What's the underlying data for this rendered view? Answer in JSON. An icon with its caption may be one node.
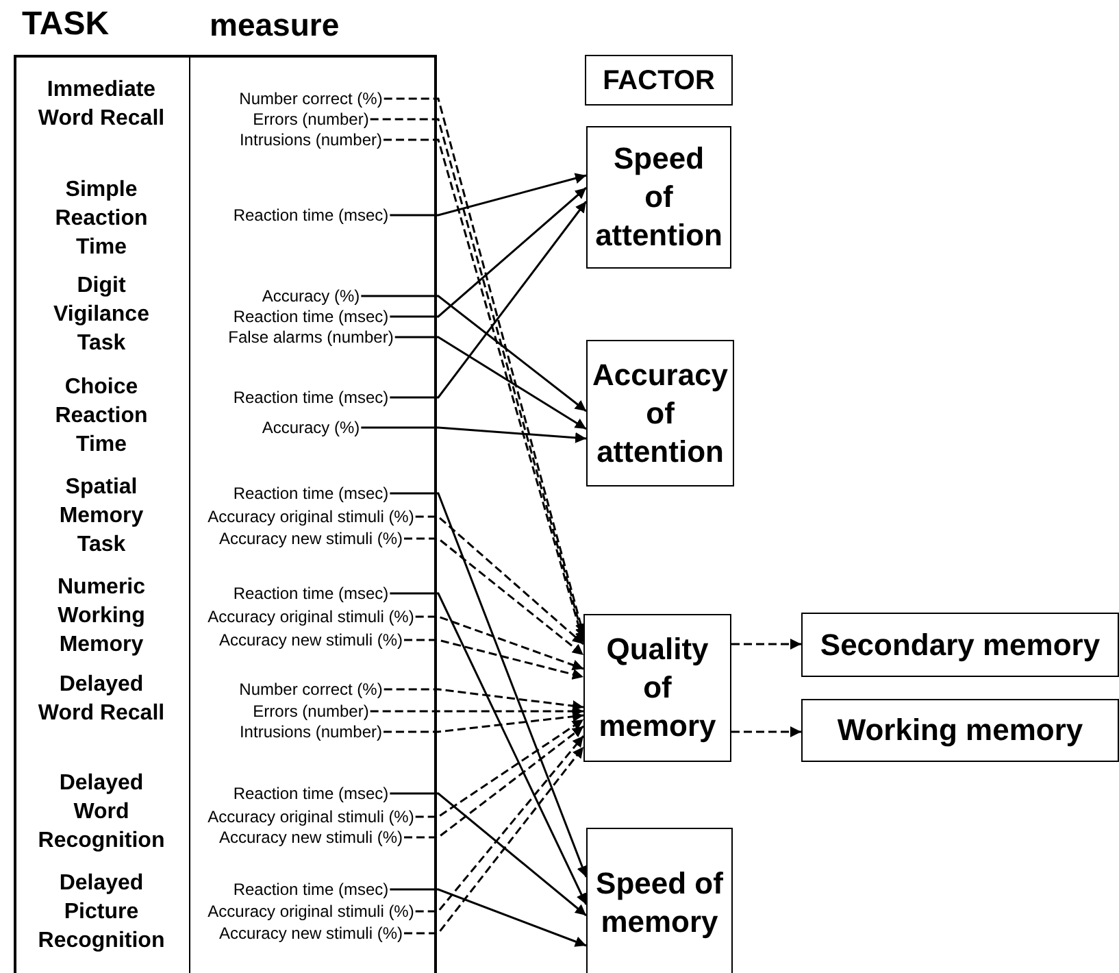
{
  "diagram": {
    "nodes": [
      {
        "text": [
          "Number correct (%)"
        ]
      },
      {
        "text": [
          "Errors (number)"
        ]
      },
      {
        "text": [
          "Intrusions (number)"
        ]
      },
      {
        "text": [
          "Reaction time (msec)"
        ]
      },
      {
        "text": [
          "Accuracy (%)"
        ]
      },
      {
        "text": [
          "Reaction time (msec)"
        ]
      },
      {
        "text": [
          "False alarms (number)"
        ]
      },
      {
        "text": [
          "Reaction time (msec)"
        ]
      },
      {
        "text": [
          "Accuracy (%)"
        ]
      },
      {
        "text": [
          "Reaction time (msec)"
        ]
      },
      {
        "text": [
          "Accuracy original stimuli (%)"
        ]
      },
      {
        "text": [
          "Accuracy new stimuli (%)"
        ]
      },
      {
        "text": [
          "Reaction time (msec)"
        ]
      },
      {
        "text": [
          "Accuracy original stimuli (%)"
        ]
      },
      {
        "text": [
          "Accuracy new stimuli (%)"
        ]
      },
      {
        "text": [
          "Number correct (%)"
        ]
      },
      {
        "text": [
          "Errors (number)"
        ]
      },
      {
        "text": [
          "Intrusions (number)"
        ]
      },
      {
        "text": [
          "Reaction time (msec)"
        ]
      },
      {
        "text": [
          "Accuracy original stimuli (%)"
        ]
      },
      {
        "text": [
          "Accuracy new stimuli (%)"
        ]
      },
      {
        "text": [
          "Reaction time (msec)"
        ]
      },
      {
        "text": [
          "Accuracy original stimuli (%)"
        ]
      },
      {
        "text": [
          "Accuracy new stimuli (%)"
        ]
      },
      {
        "text": [
          "FACTOR"
        ]
      },
      {
        "text": [
          "Speed of attention"
        ]
      },
      {
        "text": [
          "Accuracy of attention"
        ]
      },
      {
        "text": [
          "Quality of memory"
        ]
      },
      {
        "text": [
          "Secondary memory"
        ]
      },
      {
        "text": [
          "Working memory"
        ]
      },
      {
        "text": [
          "Speed of memory"
        ]
      }
    ],
    "edges": [
      {
        "from": 0,
        "to": 27,
        "arrow": "to",
        "style": "dashed"
      },
      {
        "from": 1,
        "to": 27,
        "arrow": "to",
        "style": "dashed"
      },
      {
        "from": 2,
        "to": 27,
        "arrow": "to",
        "style": "dashed"
      },
      {
        "from": 3,
        "to": 25,
        "arrow": "to"
      },
      {
        "from": 4,
        "to": 26,
        "arrow": "to"
      },
      {
        "from": 5,
        "to": 25,
        "arrow": "to"
      },
      {
        "from": 6,
        "to": 26,
        "arrow": "to"
      },
      {
        "from": 7,
        "to": 25,
        "arrow": "to"
      },
      {
        "from": 8,
        "to": 26,
        "arrow": "to"
      },
      {
        "from": 9,
        "to": 30,
        "arrow": "to"
      },
      {
        "from": 10,
        "to": 27,
        "arrow": "to",
        "style": "dashed"
      },
      {
        "from": 11,
        "to": 27,
        "arrow": "to",
        "style": "dashed"
      },
      {
        "from": 12,
        "to": 30,
        "arrow": "to"
      },
      {
        "from": 13,
        "to": 27,
        "arrow": "to",
        "style": "dashed"
      },
      {
        "from": 14,
        "to": 27,
        "arrow": "to",
        "style": "dashed"
      },
      {
        "from": 15,
        "to": 27,
        "arrow": "to",
        "style": "dashed"
      },
      {
        "from": 16,
        "to": 27,
        "arrow": "to",
        "style": "dashed"
      },
      {
        "from": 17,
        "to": 27,
        "arrow": "to",
        "style": "dashed"
      },
      {
        "from": 18,
        "to": 30,
        "arrow": "to"
      },
      {
        "from": 19,
        "to": 27,
        "arrow": "to",
        "style": "dashed"
      },
      {
        "from": 20,
        "to": 27,
        "arrow": "to",
        "style": "dashed"
      },
      {
        "from": 21,
        "to": 30,
        "arrow": "to"
      },
      {
        "from": 22,
        "to": 27,
        "arrow": "to",
        "style": "dashed"
      },
      {
        "from": 23,
        "to": 27,
        "arrow": "to",
        "style": "dashed"
      },
      {
        "from": 27,
        "to": 28,
        "arrow": "to",
        "style": "dashed"
      },
      {
        "from": 27,
        "to": 29,
        "arrow": "to",
        "style": "dashed"
      }
    ],
    "labels": [
      "TASK",
      "measure",
      "Immediate Word Recall",
      "Simple Reaction Time",
      "Digit Vigilance Task",
      "Choice Reaction Time",
      "Spatial Memory Task",
      "Numeric Working Memory",
      "Delayed Word Recall",
      "Delayed Word Recognition",
      "Delayed Picture Recognition"
    ]
  }
}
